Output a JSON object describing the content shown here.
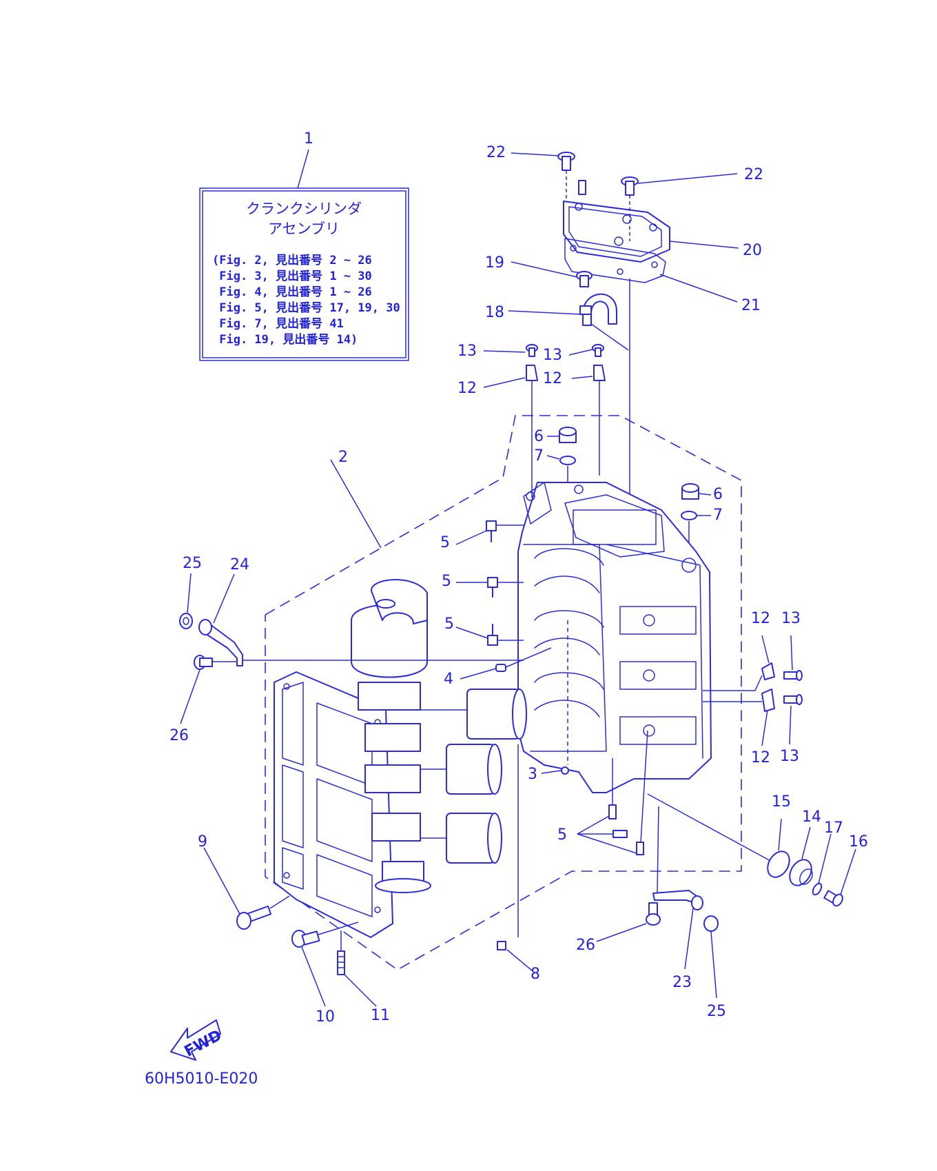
{
  "colors": {
    "ink": "#2a2ae0",
    "background": "#ffffff"
  },
  "info_box": {
    "title_line1": "クランクシリンダ",
    "title_line2": "アセンブリ",
    "lines": [
      "(Fig. 2, 見出番号 2 ~ 26",
      " Fig. 3, 見出番号 1 ~ 30",
      " Fig. 4, 見出番号 1 ~ 26",
      " Fig. 5, 見出番号 17, 19, 30",
      " Fig. 7, 見出番号 41",
      " Fig. 19, 見出番号 14)"
    ]
  },
  "callouts": {
    "c1": "1",
    "c2": "2",
    "c3": "3",
    "c4": "4",
    "c5a": "5",
    "c5b": "5",
    "c5c": "5",
    "c5d": "5",
    "c6a": "6",
    "c6b": "6",
    "c7a": "7",
    "c7b": "7",
    "c8": "8",
    "c9": "9",
    "c10": "10",
    "c11": "11",
    "c12a": "12",
    "c12b": "12",
    "c12c": "12",
    "c12d": "12",
    "c13a": "13",
    "c13b": "13",
    "c13c": "13",
    "c13d": "13",
    "c14": "14",
    "c15": "15",
    "c16": "16",
    "c17": "17",
    "c18": "18",
    "c19": "19",
    "c20": "20",
    "c21": "21",
    "c22a": "22",
    "c22b": "22",
    "c23": "23",
    "c24": "24",
    "c25a": "25",
    "c25b": "25",
    "c26a": "26",
    "c26b": "26"
  },
  "fwd_label": "FWD",
  "diagram_code": "60H5010-E020"
}
